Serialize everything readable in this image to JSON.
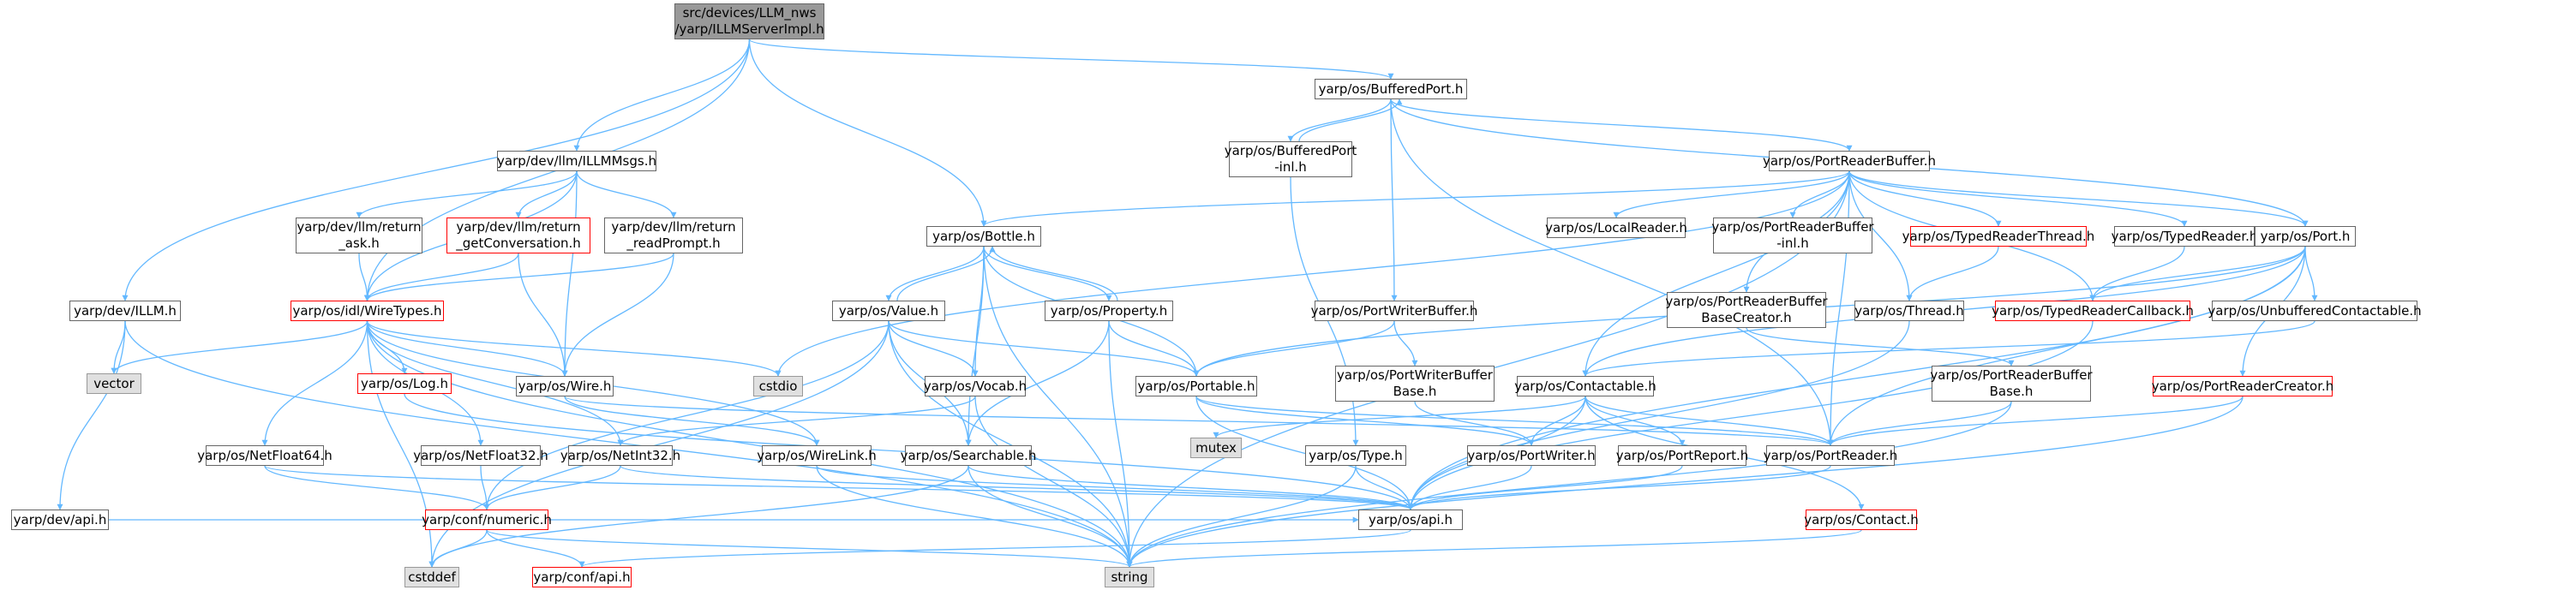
{
  "colors": {
    "edge": "#63b8ff",
    "root_fill": "#999999",
    "node_border": "#666666",
    "external_fill": "#e0e0e0",
    "incomplete_border": "#ff0000"
  },
  "nodes": [
    {
      "id": "root",
      "label": "src/devices/LLM_nws\n/yarp/ILLMServerImpl.h",
      "style": "root"
    },
    {
      "id": "bufport",
      "label": "yarp/os/BufferedPort.h"
    },
    {
      "id": "illmmsgs",
      "label": "yarp/dev/llm/ILLMMsgs.h"
    },
    {
      "id": "bufportinl",
      "label": "yarp/os/BufferedPort\n-inl.h"
    },
    {
      "id": "prb",
      "label": "yarp/os/PortReaderBuffer.h"
    },
    {
      "id": "bottle",
      "label": "yarp/os/Bottle.h"
    },
    {
      "id": "ask",
      "label": "yarp/dev/llm/return\n_ask.h"
    },
    {
      "id": "getconv",
      "label": "yarp/dev/llm/return\n_getConversation.h",
      "style": "red"
    },
    {
      "id": "readprompt",
      "label": "yarp/dev/llm/return\n_readPrompt.h"
    },
    {
      "id": "localreader",
      "label": "yarp/os/LocalReader.h"
    },
    {
      "id": "prbinl",
      "label": "yarp/os/PortReaderBuffer\n-inl.h"
    },
    {
      "id": "typedreaderthread",
      "label": "yarp/os/TypedReaderThread.h",
      "style": "red"
    },
    {
      "id": "typedreader",
      "label": "yarp/os/TypedReader.h"
    },
    {
      "id": "port",
      "label": "yarp/os/Port.h"
    },
    {
      "id": "illm",
      "label": "yarp/dev/ILLM.h"
    },
    {
      "id": "wiretypes",
      "label": "yarp/os/idl/WireTypes.h",
      "style": "red"
    },
    {
      "id": "value",
      "label": "yarp/os/Value.h"
    },
    {
      "id": "property",
      "label": "yarp/os/Property.h"
    },
    {
      "id": "pwb",
      "label": "yarp/os/PortWriterBuffer.h"
    },
    {
      "id": "prbbc",
      "label": "yarp/os/PortReaderBuffer\nBaseCreator.h"
    },
    {
      "id": "thread",
      "label": "yarp/os/Thread.h"
    },
    {
      "id": "trcb",
      "label": "yarp/os/TypedReaderCallback.h",
      "style": "red"
    },
    {
      "id": "unbuf",
      "label": "yarp/os/UnbufferedContactable.h"
    },
    {
      "id": "vector",
      "label": "vector",
      "style": "gray"
    },
    {
      "id": "log",
      "label": "yarp/os/Log.h",
      "style": "red"
    },
    {
      "id": "wire",
      "label": "yarp/os/Wire.h"
    },
    {
      "id": "cstdio",
      "label": "cstdio",
      "style": "gray"
    },
    {
      "id": "vocab",
      "label": "yarp/os/Vocab.h"
    },
    {
      "id": "portable",
      "label": "yarp/os/Portable.h"
    },
    {
      "id": "pwbb",
      "label": "yarp/os/PortWriterBuffer\nBase.h"
    },
    {
      "id": "contactable",
      "label": "yarp/os/Contactable.h"
    },
    {
      "id": "prbb",
      "label": "yarp/os/PortReaderBuffer\nBase.h"
    },
    {
      "id": "prc",
      "label": "yarp/os/PortReaderCreator.h",
      "style": "red"
    },
    {
      "id": "mutex",
      "label": "mutex",
      "style": "gray"
    },
    {
      "id": "nf64",
      "label": "yarp/os/NetFloat64.h"
    },
    {
      "id": "nf32",
      "label": "yarp/os/NetFloat32.h"
    },
    {
      "id": "ni32",
      "label": "yarp/os/NetInt32.h"
    },
    {
      "id": "wirelink",
      "label": "yarp/os/WireLink.h"
    },
    {
      "id": "searchable",
      "label": "yarp/os/Searchable.h"
    },
    {
      "id": "type",
      "label": "yarp/os/Type.h"
    },
    {
      "id": "portwriter",
      "label": "yarp/os/PortWriter.h"
    },
    {
      "id": "portreport",
      "label": "yarp/os/PortReport.h"
    },
    {
      "id": "portreader",
      "label": "yarp/os/PortReader.h"
    },
    {
      "id": "devapi",
      "label": "yarp/dev/api.h"
    },
    {
      "id": "numeric",
      "label": "yarp/conf/numeric.h",
      "style": "red"
    },
    {
      "id": "osapi",
      "label": "yarp/os/api.h"
    },
    {
      "id": "contact",
      "label": "yarp/os/Contact.h",
      "style": "red"
    },
    {
      "id": "cstddef",
      "label": "cstddef",
      "style": "gray"
    },
    {
      "id": "confapi",
      "label": "yarp/conf/api.h",
      "style": "red"
    },
    {
      "id": "string",
      "label": "string",
      "style": "gray"
    }
  ]
}
